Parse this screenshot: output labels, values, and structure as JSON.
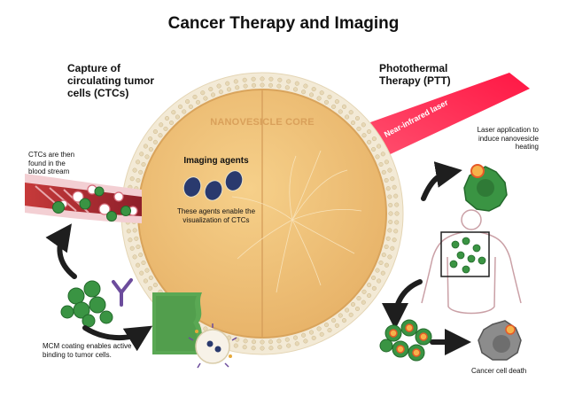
{
  "title": "Cancer Therapy and Imaging",
  "capture_heading": "Capture of circulating tumor cells (CTCs)",
  "ptt_heading": "Photothermal Therapy (PTT)",
  "core_label": "NANOVESICLE CORE",
  "imaging_heading": "Imaging agents",
  "imaging_note": "These agents enable the visualization of CTCs",
  "laser_label": "Near-infrared laser",
  "ctc_note": "CTCs are then found in the blood stream",
  "laser_note": "Laser application to induce nanovesicle heating",
  "mcm_note": "MCM coating enables active binding to tumor cells.",
  "death_note": "Cancer cell death",
  "colors": {
    "core": "#efc178",
    "core_edge": "#d9a45c",
    "membrane": "#e9dcbf",
    "laser": "#ff2448",
    "tumor_cell": "#3a9443",
    "imaging_agent": "#2a3a6e",
    "arrow": "#222222"
  }
}
